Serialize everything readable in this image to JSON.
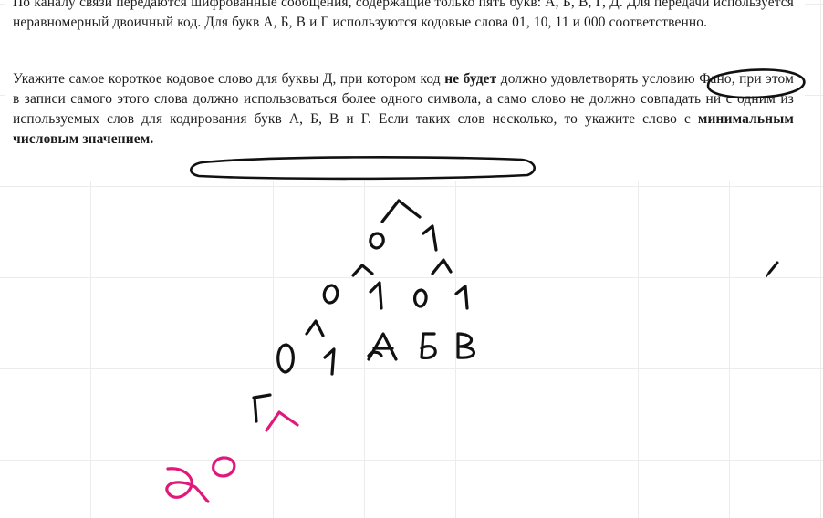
{
  "problem": {
    "paragraph1": "По каналу связи передаются шифрованные сообщения, содержащие только пять букв: А, Б, В, Г, Д. Для передачи используется неравномерный двоичный код. Для букв А, Б, В и Г используются кодовые слова 01, 10, 11 и 000 соответственно.",
    "paragraph2": {
      "part1": "Укажите самое короткое кодовое слово для буквы Д, при котором код ",
      "highlight1": "не будет",
      "part2": " должно удовлетворять условию Фано, при этом в записи самого этого слова должно использоваться более одного символа, а само слово не должно совпадать ни с одним из используемых слов для кодирования букв А, Б, В и Г. Если таких слов несколько, то укажите слово с ",
      "highlight2": "минимальным числовым значением."
    }
  },
  "handwriting": {
    "ink_colors": {
      "black": "#111111",
      "magenta": "#e0187a"
    },
    "tree_labels": [
      "0",
      "1",
      "0",
      "1",
      "0",
      "1",
      "0",
      "1",
      "А",
      "Б",
      "В",
      "Г",
      "Д",
      "0"
    ]
  },
  "toolbar": {
    "tool_icon": "pen-icon"
  }
}
